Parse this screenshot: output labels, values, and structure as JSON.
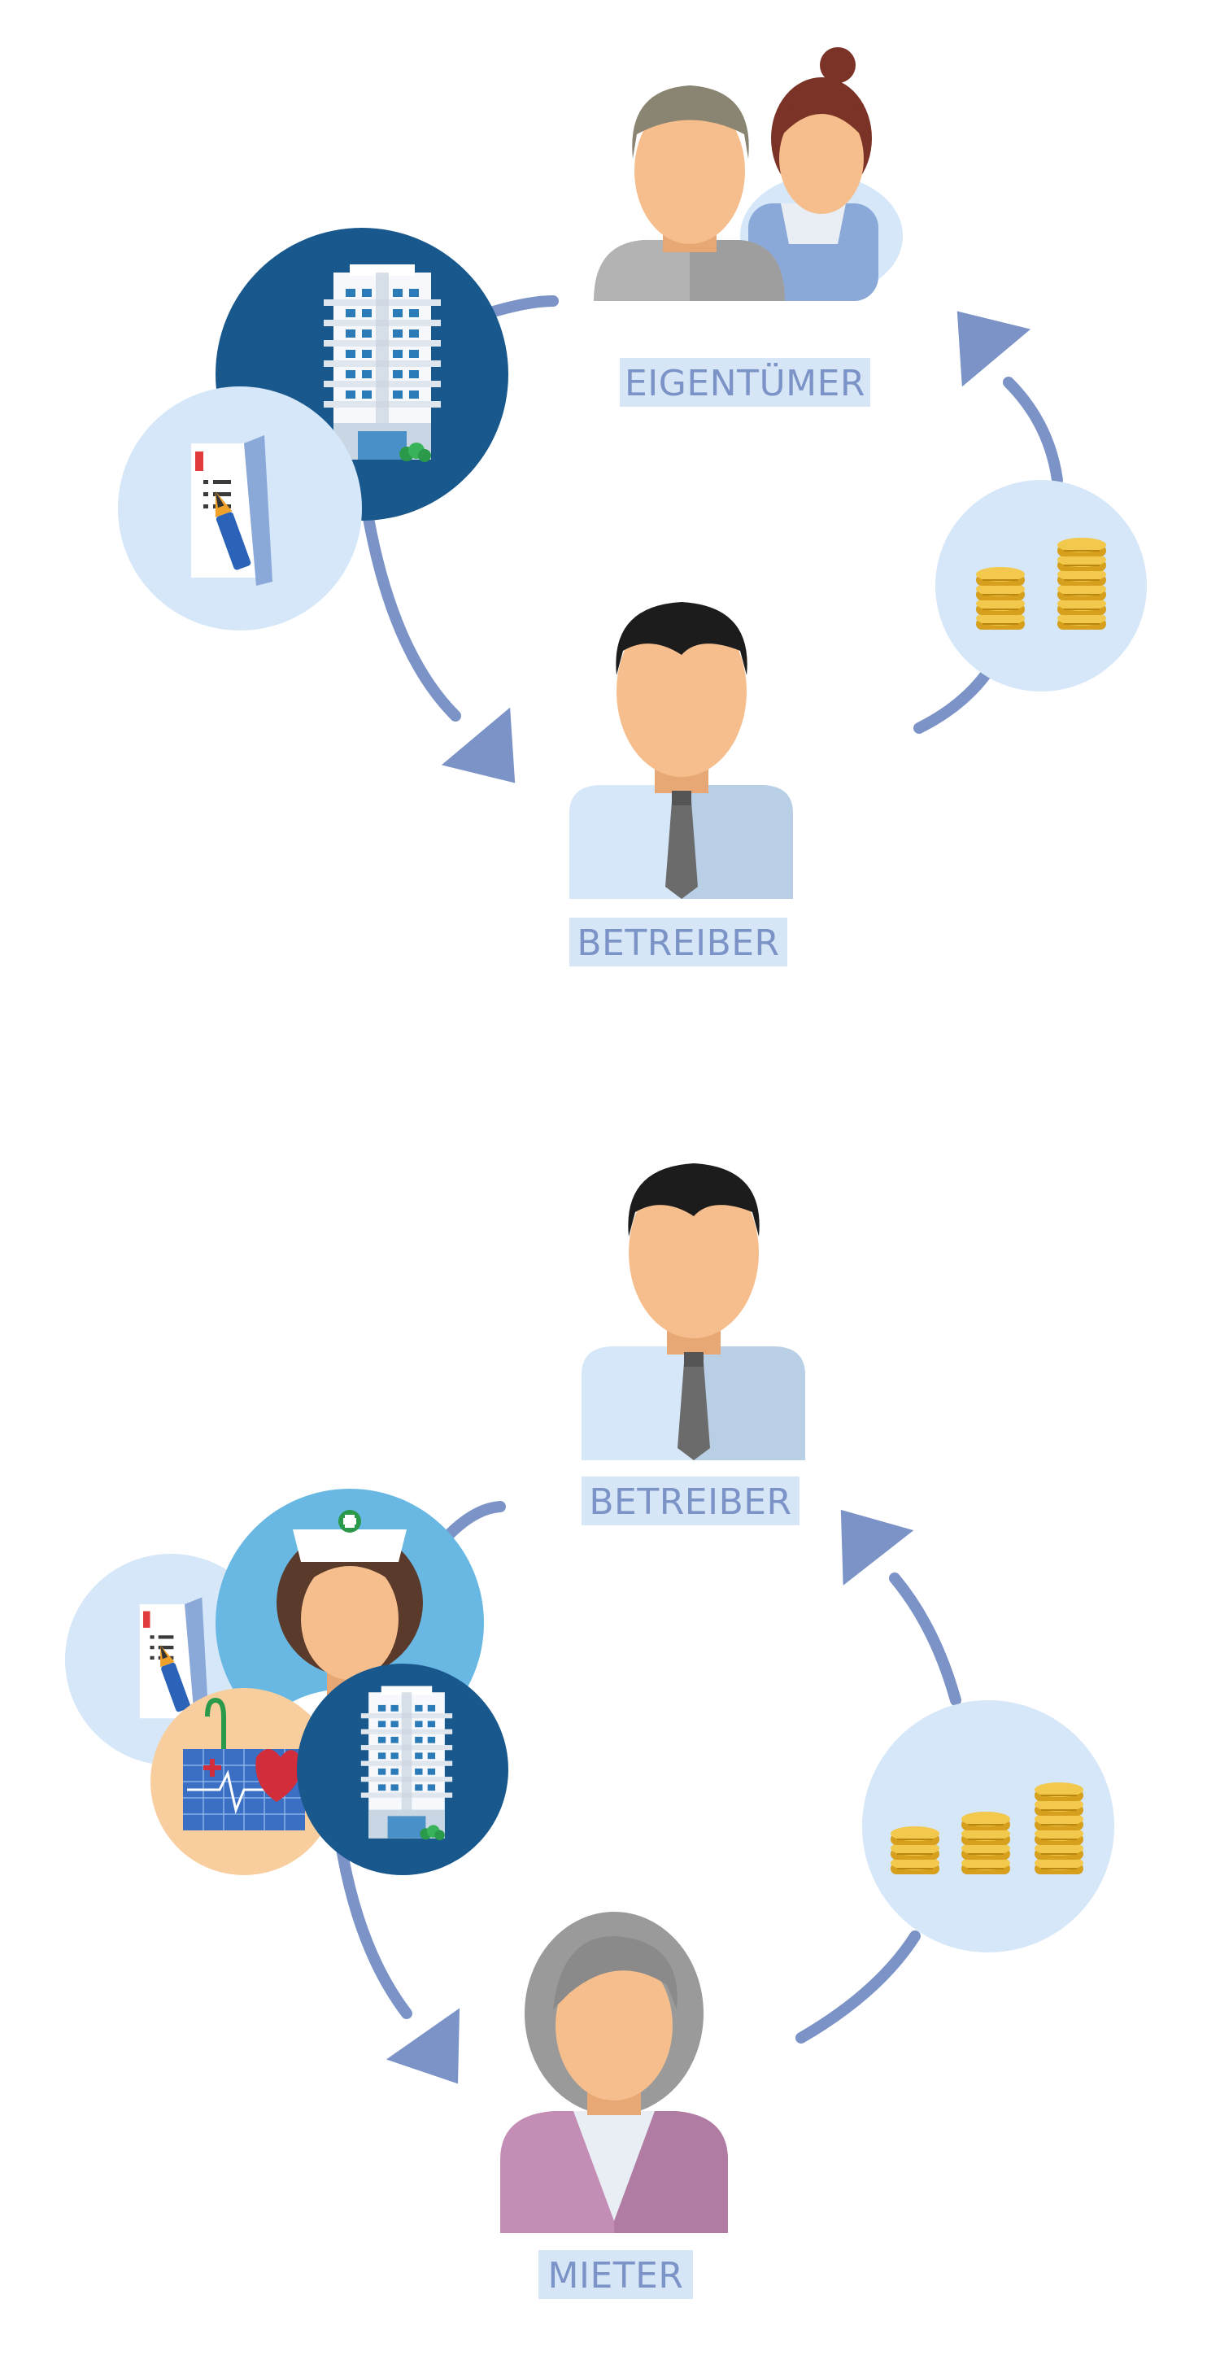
{
  "diagram_top": {
    "labels": {
      "owner": "EIGENTÜMER",
      "operator": "BETREIBER"
    }
  },
  "diagram_bottom": {
    "labels": {
      "operator": "BETREIBER",
      "tenant": "MIETER"
    }
  },
  "colors": {
    "arrow": "#7b93c6",
    "label_bg": "#d6e6f7",
    "label_text": "#7b93c6",
    "light_circle": "#d5e7f8",
    "dark_circle": "#19588c",
    "skin": "#f5be8c",
    "coin": "#e8b830"
  },
  "icons": {
    "owners": "owner-couple-icon",
    "operator": "business-man-icon",
    "tenant": "elderly-woman-icon",
    "building": "building-icon",
    "contract": "contract-pen-icon",
    "coins": "coins-icon",
    "nurse": "nurse-icon",
    "medical": "medical-chart-icon"
  }
}
